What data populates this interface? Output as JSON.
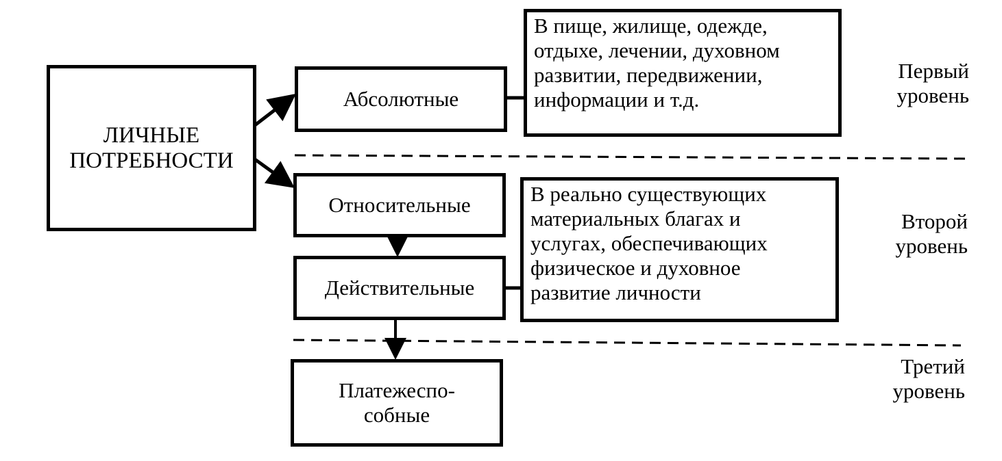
{
  "root": {
    "lines": [
      "ЛИЧНЫЕ",
      "ПОТРЕБНОСТИ"
    ]
  },
  "nodes": {
    "absolute": "Абсолютные",
    "relative": "Относительные",
    "actual": "Действительные",
    "solvent": [
      "Платежеспо-",
      "собные"
    ]
  },
  "descriptions": {
    "first": [
      "В пище, жилище, одежде,",
      "отдыхе, лечении, духовном",
      "развитии, передвижении,",
      "информации и т.д."
    ],
    "second": [
      "В реально существующих",
      "материальных благах и",
      "услугах, обеспечивающих",
      "физическое и духовное",
      "развитие личности"
    ]
  },
  "levels": {
    "first": [
      "Первый",
      "уровень"
    ],
    "second": [
      "Второй",
      "уровень"
    ],
    "third": [
      "Третий",
      "уровень"
    ]
  }
}
